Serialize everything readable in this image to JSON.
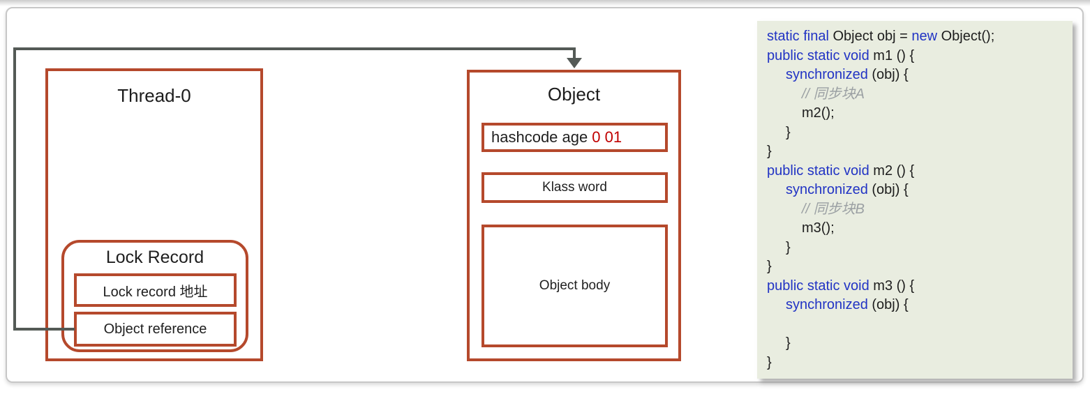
{
  "colors": {
    "accent": "#b5492c",
    "bits": "#c00000",
    "kw": "#2133c4",
    "cmt": "#9ba0a3",
    "panelbg": "#e9ede0",
    "line": "#545a56"
  },
  "diagram": {
    "thread_box": {
      "title": "Thread-0",
      "lock_record": {
        "title": "Lock Record",
        "slots": [
          {
            "label": "Lock record 地址"
          },
          {
            "label": "Object reference"
          }
        ]
      }
    },
    "object_box": {
      "title": "Object",
      "mark_word": {
        "label": "hashcode age",
        "bits": "0 01"
      },
      "klass_word": "Klass word",
      "object_body": "Object body"
    }
  },
  "code_panel": {
    "lines": [
      {
        "indent": 0,
        "tokens": [
          [
            "k",
            "static final "
          ],
          [
            "p",
            "Object obj = "
          ],
          [
            "k",
            "new"
          ],
          [
            "p",
            " Object();"
          ]
        ]
      },
      {
        "indent": 0,
        "tokens": [
          [
            "k",
            "public static void "
          ],
          [
            "p",
            "m1 () {"
          ]
        ]
      },
      {
        "indent": 1,
        "tokens": [
          [
            "k",
            "synchronized"
          ],
          [
            "p",
            " (obj) {"
          ]
        ]
      },
      {
        "indent": 2,
        "tokens": [
          [
            "c",
            "// 同步块A"
          ]
        ]
      },
      {
        "indent": 2,
        "tokens": [
          [
            "p",
            "m2();"
          ]
        ]
      },
      {
        "indent": 1,
        "tokens": [
          [
            "p",
            "}"
          ]
        ]
      },
      {
        "indent": 0,
        "tokens": [
          [
            "p",
            "}"
          ]
        ]
      },
      {
        "indent": 0,
        "tokens": [
          [
            "k",
            "public static void "
          ],
          [
            "p",
            "m2 () {"
          ]
        ]
      },
      {
        "indent": 1,
        "tokens": [
          [
            "k",
            "synchronized"
          ],
          [
            "p",
            " (obj) {"
          ]
        ]
      },
      {
        "indent": 2,
        "tokens": [
          [
            "c",
            "// 同步块B"
          ]
        ]
      },
      {
        "indent": 2,
        "tokens": [
          [
            "p",
            "m3();"
          ]
        ]
      },
      {
        "indent": 1,
        "tokens": [
          [
            "p",
            "}"
          ]
        ]
      },
      {
        "indent": 0,
        "tokens": [
          [
            "p",
            "}"
          ]
        ]
      },
      {
        "indent": 0,
        "tokens": [
          [
            "k",
            "public static void "
          ],
          [
            "p",
            "m3 () {"
          ]
        ]
      },
      {
        "indent": 1,
        "tokens": [
          [
            "k",
            "synchronized"
          ],
          [
            "p",
            " (obj) {"
          ]
        ]
      },
      {
        "indent": 0,
        "tokens": []
      },
      {
        "indent": 1,
        "tokens": [
          [
            "p",
            "}"
          ]
        ]
      },
      {
        "indent": 0,
        "tokens": [
          [
            "p",
            "}"
          ]
        ]
      }
    ]
  }
}
